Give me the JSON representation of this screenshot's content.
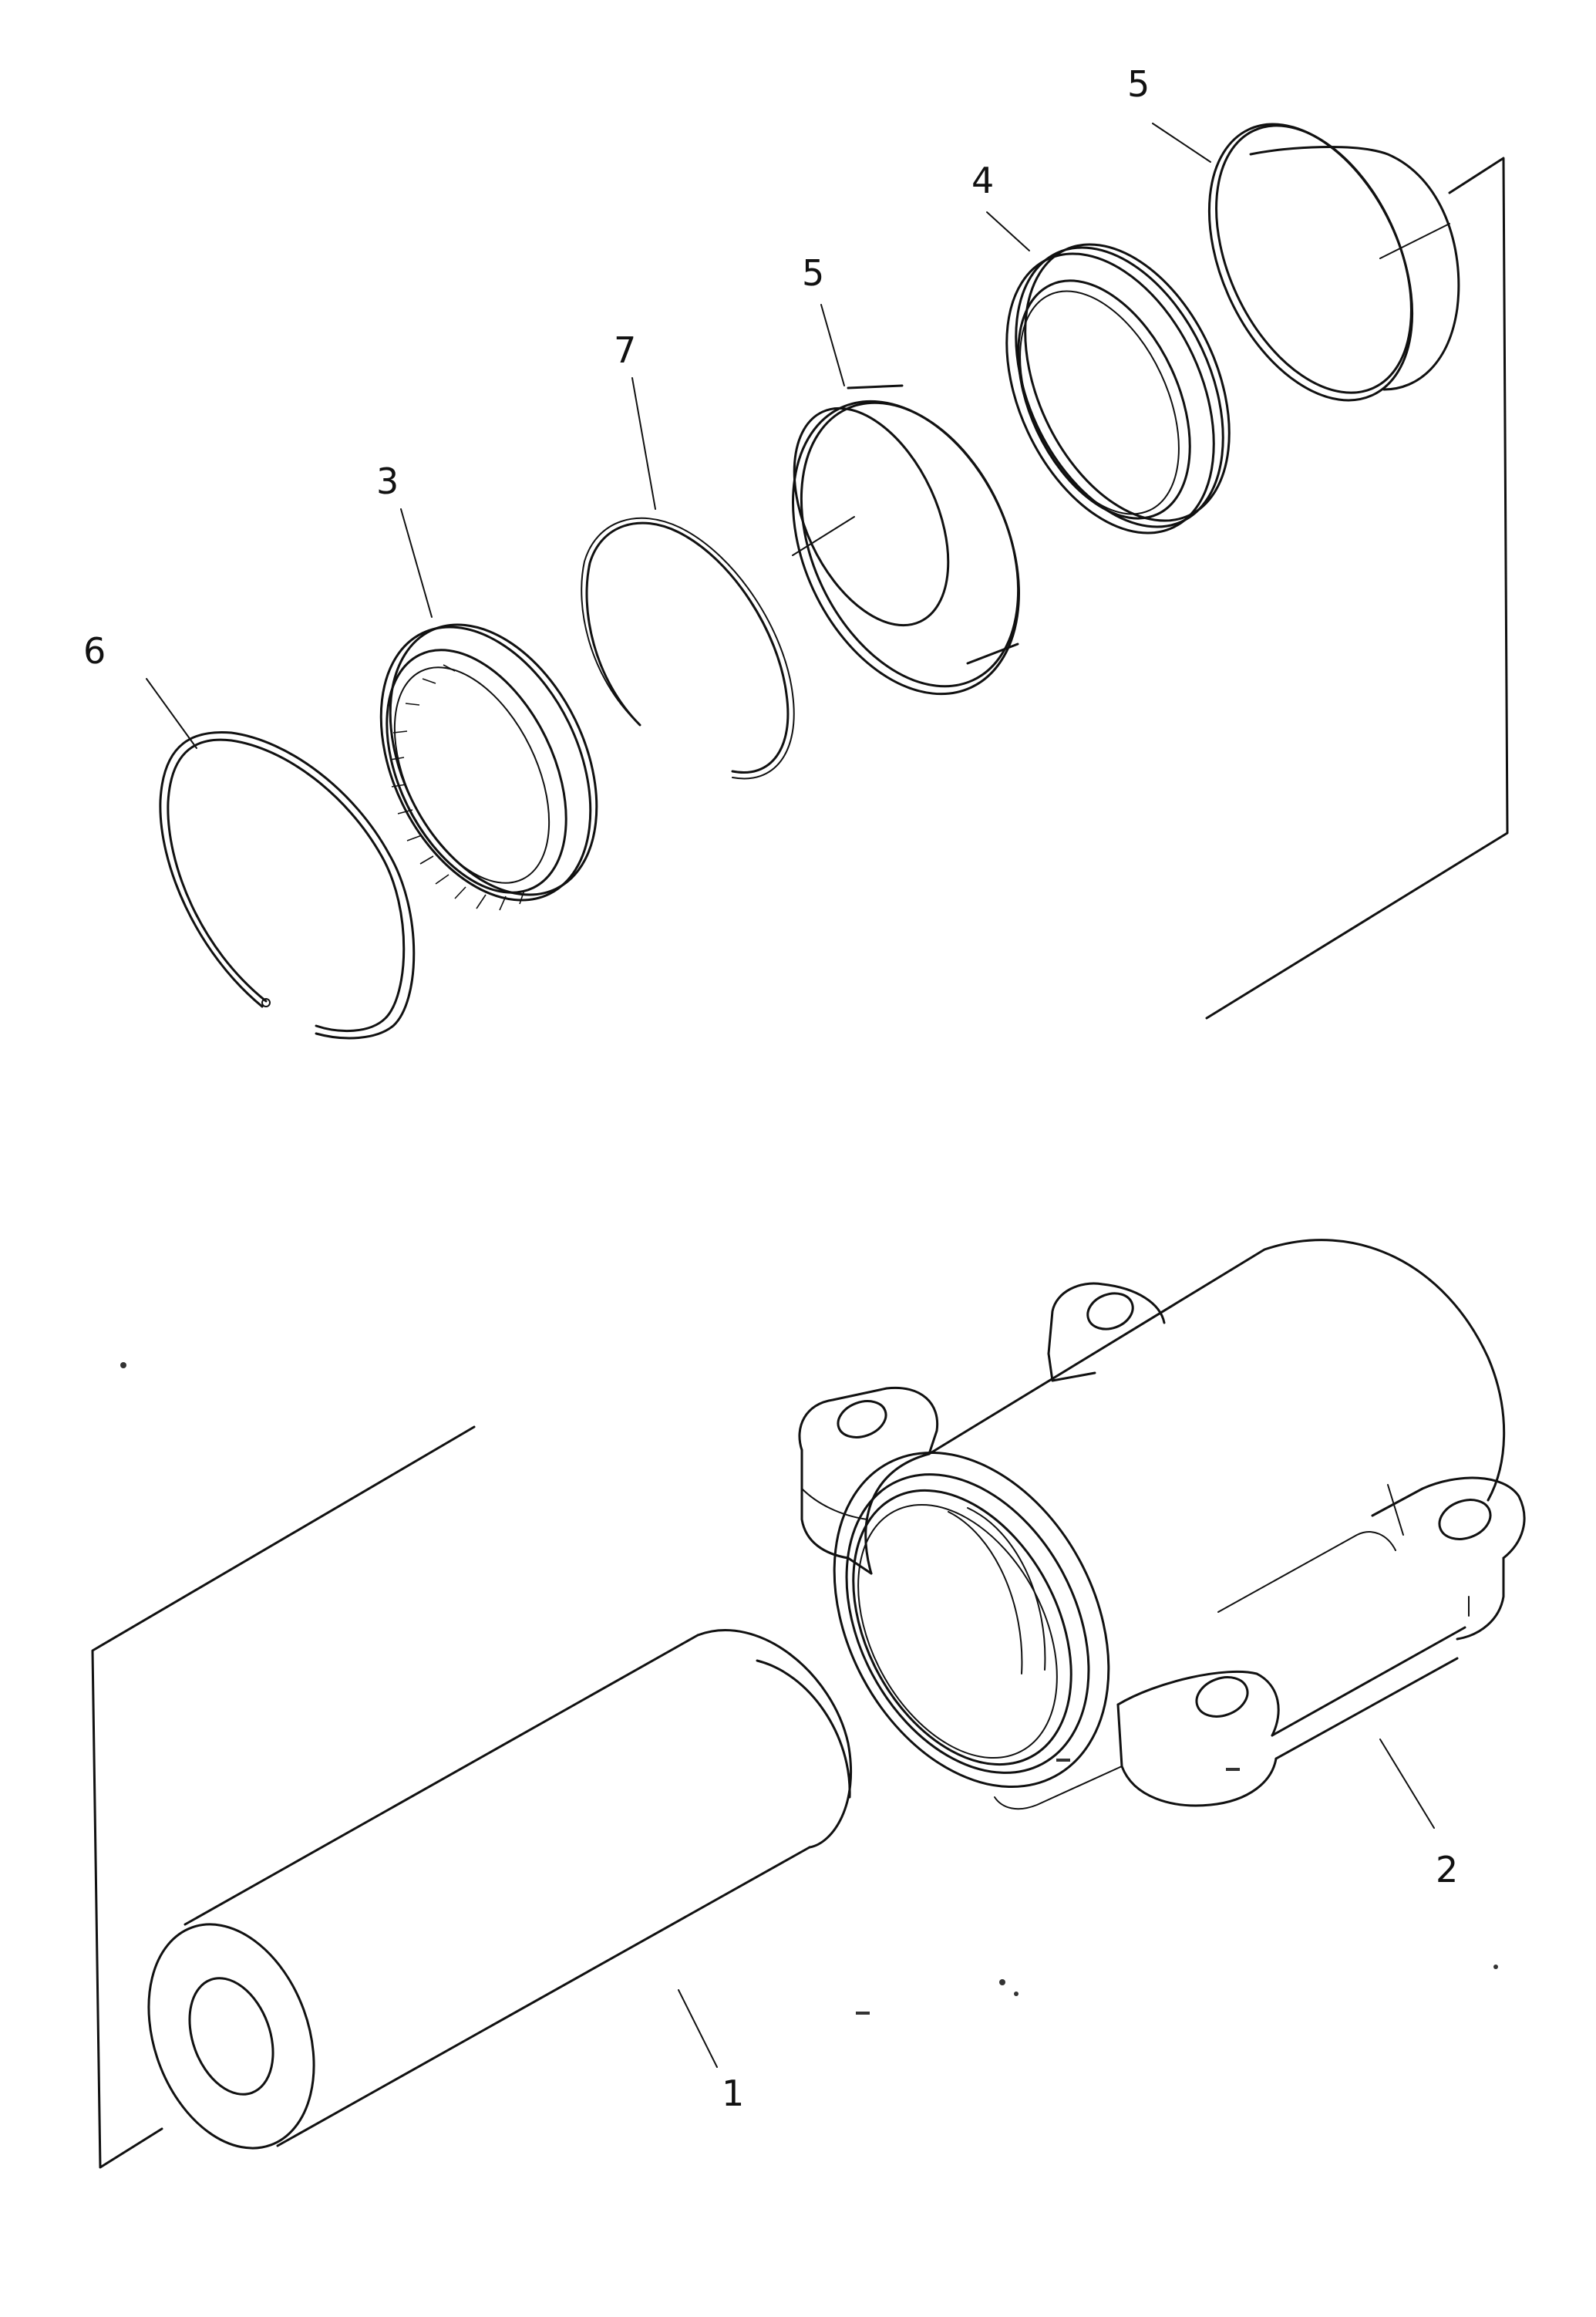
{
  "diagram": {
    "callouts": [
      {
        "id": "label-1",
        "text": "1"
      },
      {
        "id": "label-2",
        "text": "2"
      },
      {
        "id": "label-3",
        "text": "3"
      },
      {
        "id": "label-4",
        "text": "4"
      },
      {
        "id": "label-5a",
        "text": "5"
      },
      {
        "id": "label-5b",
        "text": "5"
      },
      {
        "id": "label-6",
        "text": "6"
      },
      {
        "id": "label-7",
        "text": "7"
      }
    ],
    "colors": {
      "line": "#111111",
      "background": "#ffffff"
    }
  }
}
